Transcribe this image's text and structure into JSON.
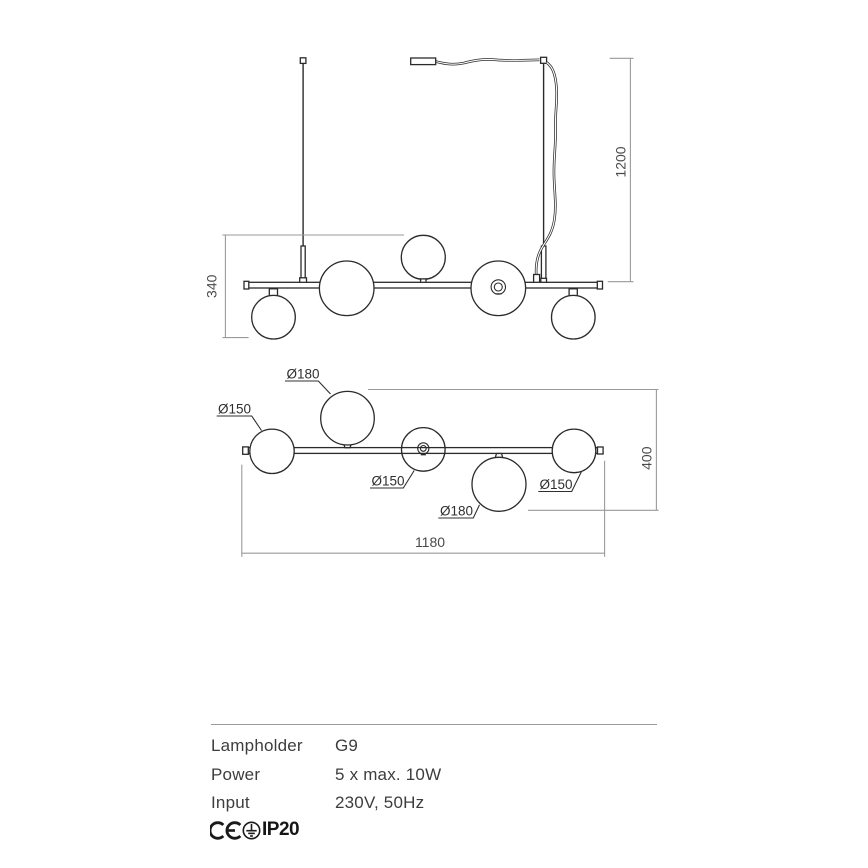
{
  "diagram": {
    "title": "pendant-light-technical-drawing",
    "side_view": {
      "drop_dim": "1200",
      "height_dim": "340"
    },
    "plan_view": {
      "width_dim": "1180",
      "height_dim": "400",
      "labels": {
        "left": "Ø150",
        "top": "Ø180",
        "middle": "Ø150",
        "bottom": "Ø180",
        "right": "Ø150"
      }
    }
  },
  "specs": {
    "rows": [
      {
        "label": "Lampholder",
        "value": "G9"
      },
      {
        "label": "Power",
        "value": "5 x max. 10W"
      },
      {
        "label": "Input",
        "value": "230V, 50Hz"
      }
    ]
  },
  "certifications": {
    "ip_rating": "IP20"
  },
  "colors": {
    "outline": "#2b2b2b",
    "dimension_line": "#9a9a9a",
    "text": "#3d3d3d"
  }
}
